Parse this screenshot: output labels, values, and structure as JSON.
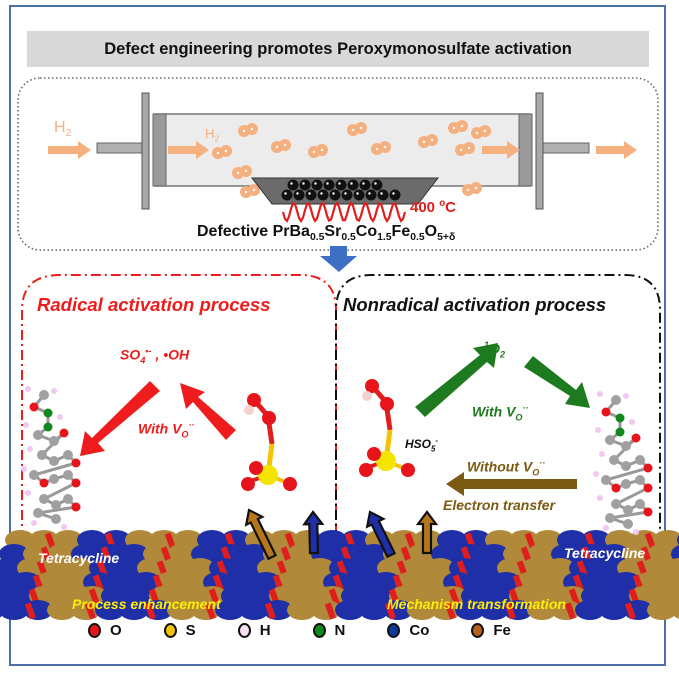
{
  "title": "Defect engineering promotes Peroxymonosulfate activation",
  "reactor": {
    "inlet_gas": "H",
    "inlet_gas_sub": "2",
    "inner_gas": "H",
    "inner_gas_sub": "2",
    "temperature": "400 ",
    "temperature_unit_sup": "o",
    "temperature_unit": "C",
    "material_prefix": "Defective PrBa",
    "material_parts": [
      {
        "sub": "0.5",
        "next": "Sr"
      },
      {
        "sub": "0.5",
        "next": "Co"
      },
      {
        "sub": "1.5",
        "next": "Fe"
      },
      {
        "sub": "0.5",
        "next": "O"
      },
      {
        "sub": "5+δ",
        "next": ""
      }
    ]
  },
  "radical": {
    "title": "Radical activation process",
    "species": "SO",
    "species_sub": "4",
    "species_sup": "•-",
    "species_sep": " , ",
    "species2": "•OH",
    "condition": "With V",
    "condition_sub": "O",
    "condition_sup": "··",
    "pollutant": "Tetracycline",
    "footer": "Process enhancement"
  },
  "nonradical": {
    "title": "Nonradical activation process",
    "species_sup": "1",
    "species": "O",
    "species_sub": "2",
    "condition": "With V",
    "condition_sub": "O",
    "condition_sup": "··",
    "oxidant": "HSO",
    "oxidant_sub": "5",
    "oxidant_sup": "-",
    "alt_condition": "Without V",
    "alt_condition_sub": "O",
    "alt_condition_sup": "··",
    "pathway": "Electron transfer",
    "pollutant": "Tetracycline",
    "footer": "Mechanism transformation"
  },
  "legend": [
    {
      "label": "O",
      "color": "#e8141b"
    },
    {
      "label": "S",
      "color": "#f5c400"
    },
    {
      "label": "H",
      "color": "#f7dff5"
    },
    {
      "label": "N",
      "color": "#0e8a1d"
    },
    {
      "label": "Co",
      "color": "#0c3b9c"
    },
    {
      "label": "Fe",
      "color": "#b5611c"
    }
  ],
  "colors": {
    "radical": "#ee1c1c",
    "nonradical_arrow": "#1e7a1e",
    "electron_transfer": "#7b5a12",
    "gas": "#f5b080",
    "highlight_text": "#ffee00",
    "flow_arrow": "#3d6fc4"
  }
}
